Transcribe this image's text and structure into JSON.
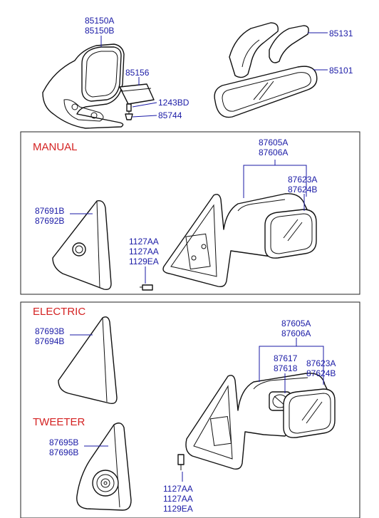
{
  "top": {
    "labels": {
      "a1": "85150A",
      "a2": "85150B",
      "b": "85156",
      "c": "1243BD",
      "d": "85744",
      "e": "85131",
      "f": "85101"
    }
  },
  "manual": {
    "title": "MANUAL",
    "labels": {
      "m1": "87605A",
      "m2": "87606A",
      "m3": "87623A",
      "m4": "87624B",
      "m5": "87691B",
      "m6": "87692B",
      "m7": "1127AA",
      "m8": "1127AA",
      "m9": "1129EA"
    }
  },
  "electric": {
    "title": "ELECTRIC",
    "labels": {
      "e1": "87605A",
      "e2": "87606A",
      "e3": "87693B",
      "e4": "87694B",
      "e5": "87617",
      "e6": "87618",
      "e7": "87623A",
      "e8": "87624B"
    }
  },
  "tweeter": {
    "title": "TWEETER",
    "labels": {
      "t1": "87695B",
      "t2": "87696B",
      "t3": "1127AA",
      "t4": "1127AA",
      "t5": "1129EA"
    }
  },
  "colors": {
    "part_number": "#1a1aa6",
    "section_title": "#d42222",
    "outline": "#111111"
  }
}
